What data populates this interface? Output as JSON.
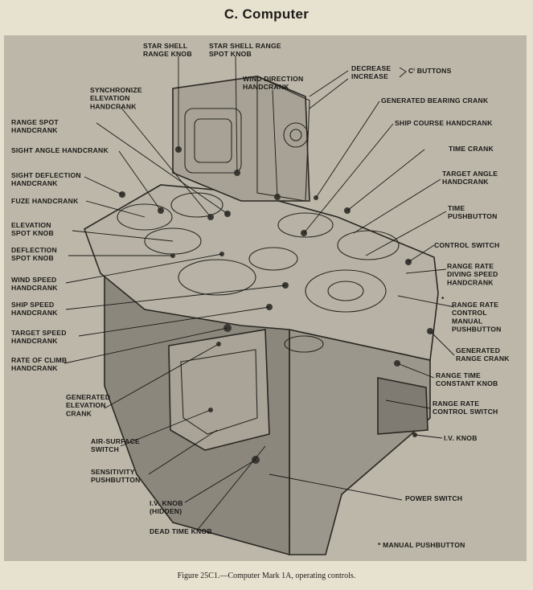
{
  "heading": "C. Computer",
  "caption": "Figure 25C1.—Computer Mark 1A, operating controls.",
  "labels": [
    {
      "id": "star-shell-range-knob",
      "lines": [
        "STAR SHELL",
        "RANGE KNOB"
      ]
    },
    {
      "id": "star-shell-range-spot-knob",
      "lines": [
        "STAR SHELL RANGE",
        "SPOT KNOB"
      ]
    },
    {
      "id": "decrease-increase",
      "lines": [
        "DECREASE",
        "INCREASE"
      ]
    },
    {
      "id": "c-buttons",
      "lines": [
        "Cⁱ BUTTONS"
      ]
    },
    {
      "id": "wind-direction-handcrank",
      "lines": [
        "WIND DIRECTION",
        "HANDCRANK"
      ]
    },
    {
      "id": "synchronize-elevation-handcrank",
      "lines": [
        "SYNCHRONIZE",
        "ELEVATION",
        "HANDCRANK"
      ]
    },
    {
      "id": "generated-bearing-crank",
      "lines": [
        "GENERATED BEARING CRANK"
      ]
    },
    {
      "id": "range-spot-handcrank",
      "lines": [
        "RANGE SPOT",
        "HANDCRANK"
      ]
    },
    {
      "id": "ship-course-handcrank",
      "lines": [
        "SHIP COURSE HANDCRANK"
      ]
    },
    {
      "id": "sight-angle-handcrank",
      "lines": [
        "SIGHT ANGLE HANDCRANK"
      ]
    },
    {
      "id": "time-crank",
      "lines": [
        "TIME CRANK"
      ]
    },
    {
      "id": "sight-deflection-handcrank",
      "lines": [
        "SIGHT DEFLECTION",
        "HANDCRANK"
      ]
    },
    {
      "id": "target-angle-handcrank",
      "lines": [
        "TARGET ANGLE",
        "HANDCRANK"
      ]
    },
    {
      "id": "fuze-handcrank",
      "lines": [
        "FUZE HANDCRANK"
      ]
    },
    {
      "id": "time-pushbutton",
      "lines": [
        "TIME",
        "PUSHBUTTON"
      ]
    },
    {
      "id": "elevation-spot-knob",
      "lines": [
        "ELEVATION",
        "SPOT KNOB"
      ]
    },
    {
      "id": "control-switch",
      "lines": [
        "CONTROL SWITCH"
      ]
    },
    {
      "id": "deflection-spot-knob",
      "lines": [
        "DEFLECTION",
        "SPOT KNOB"
      ]
    },
    {
      "id": "range-rate-diving-speed-handcrank",
      "lines": [
        "RANGE RATE",
        "DIVING SPEED",
        "HANDCRANK"
      ]
    },
    {
      "id": "wind-speed-handcrank",
      "lines": [
        "WIND SPEED",
        "HANDCRANK"
      ]
    },
    {
      "id": "range-rate-control-manual-pushbutton",
      "lines": [
        "RANGE RATE",
        "CONTROL",
        "MANUAL",
        "PUSHBUTTON"
      ]
    },
    {
      "id": "ship-speed-handcrank",
      "lines": [
        "SHIP SPEED",
        "HANDCRANK"
      ]
    },
    {
      "id": "target-speed-handcrank",
      "lines": [
        "TARGET SPEED",
        "HANDCRANK"
      ]
    },
    {
      "id": "generated-range-crank",
      "lines": [
        "GENERATED",
        "RANGE CRANK"
      ]
    },
    {
      "id": "rate-of-climb-handcrank",
      "lines": [
        "RATE OF CLIMB",
        "HANDCRANK"
      ]
    },
    {
      "id": "range-time-constant-knob",
      "lines": [
        "RANGE TIME",
        "CONSTANT KNOB"
      ]
    },
    {
      "id": "generated-elevation-crank",
      "lines": [
        "GENERATED",
        "ELEVATION",
        "CRANK"
      ]
    },
    {
      "id": "range-rate-control-switch",
      "lines": [
        "RANGE RATE",
        "CONTROL SWITCH"
      ]
    },
    {
      "id": "air-surface-switch",
      "lines": [
        "AIR-SURFACE",
        "SWITCH"
      ]
    },
    {
      "id": "iv-knob",
      "lines": [
        "I.V. KNOB"
      ]
    },
    {
      "id": "sensitivity-pushbutton",
      "lines": [
        "SENSITIVITY",
        "PUSHBUTTON"
      ]
    },
    {
      "id": "power-switch",
      "lines": [
        "POWER SWITCH"
      ]
    },
    {
      "id": "iv-knob-hidden",
      "lines": [
        "I.V. KNOB",
        "(HIDDEN)"
      ]
    },
    {
      "id": "dead-time-knob",
      "lines": [
        "DEAD TIME KNOB"
      ]
    },
    {
      "id": "manual-pushbutton-note",
      "lines": [
        "* MANUAL PUSHBUTTON"
      ]
    }
  ],
  "asterisk": "*"
}
